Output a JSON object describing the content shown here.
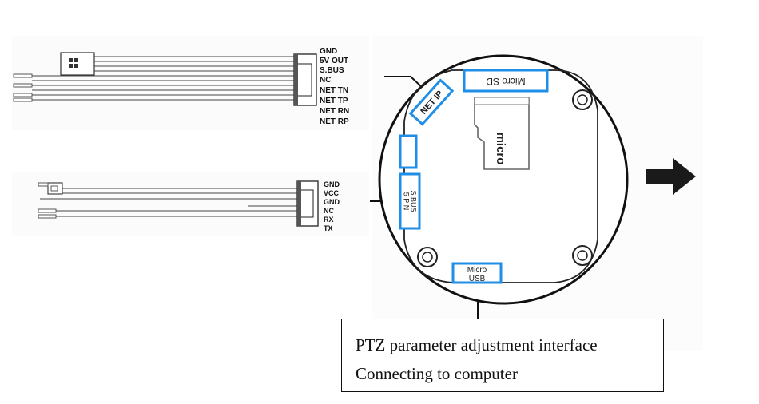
{
  "cable1": {
    "pins": [
      "GND",
      "5V OUT",
      "S.BUS",
      "NC",
      "NET TN",
      "NET TP",
      "NET RN",
      "NET RP"
    ]
  },
  "cable2": {
    "pins": [
      "GND",
      "VCC",
      "GND",
      "NC",
      "RX",
      "TX"
    ]
  },
  "board": {
    "net_ip": "NET IP",
    "micro_sd_port": "Micro SD",
    "sd_card_text": "micro",
    "pins5": "5 PIN",
    "sbus": "S.BUS",
    "micro_usb_line1": "Micro",
    "micro_usb_line2": "USB"
  },
  "callout": {
    "line1": "PTZ parameter adjustment interface",
    "line2": "Connecting to computer"
  },
  "colors": {
    "accent": "#1f8ee6",
    "line": "#333333"
  },
  "icons": {
    "direction": "arrow-right-icon"
  }
}
